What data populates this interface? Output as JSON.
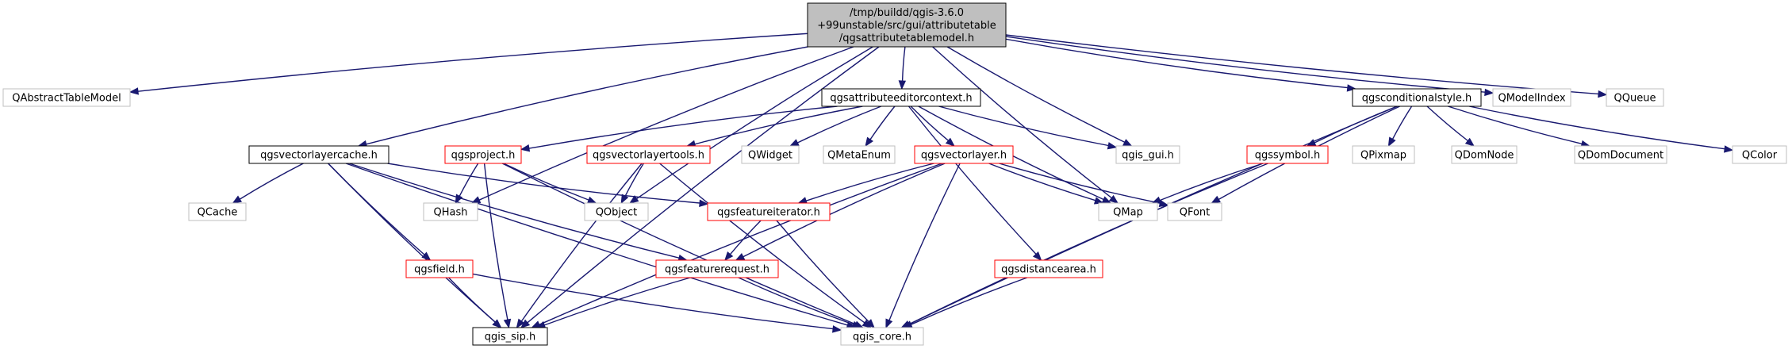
{
  "diagram": {
    "colors": {
      "edge": "#191970",
      "root_fill": "#bfbfbf",
      "root_border": "#000000",
      "documented_border": "#000000",
      "documented_incomplete_border": "#ff0000",
      "external_border": "#bfbfbf",
      "external_text": "#404040"
    },
    "nodes": [
      {
        "id": "root",
        "kind": "root",
        "lines": [
          "/tmp/buildd/qgis-3.6.0",
          "+99unstable/src/gui/attributetable",
          "/qgsattributetablemodel.h"
        ]
      },
      {
        "id": "qabstracttablemodel",
        "kind": "external",
        "lines": [
          "QAbstractTableModel"
        ]
      },
      {
        "id": "qgsattributeeditorcontext",
        "kind": "documented",
        "lines": [
          "qgsattributeeditorcontext.h"
        ]
      },
      {
        "id": "qgsconditionalstyle",
        "kind": "documented",
        "lines": [
          "qgsconditionalstyle.h"
        ]
      },
      {
        "id": "qmodelindex",
        "kind": "external",
        "lines": [
          "QModelIndex"
        ]
      },
      {
        "id": "qqueue",
        "kind": "external",
        "lines": [
          "QQueue"
        ]
      },
      {
        "id": "qgsvectorlayercache",
        "kind": "documented",
        "lines": [
          "qgsvectorlayercache.h"
        ]
      },
      {
        "id": "qgsproject",
        "kind": "incomplete",
        "lines": [
          "qgsproject.h"
        ]
      },
      {
        "id": "qgsvectorlayertools",
        "kind": "incomplete",
        "lines": [
          "qgsvectorlayertools.h"
        ]
      },
      {
        "id": "qwidget",
        "kind": "external",
        "lines": [
          "QWidget"
        ]
      },
      {
        "id": "qmetaenum",
        "kind": "external",
        "lines": [
          "QMetaEnum"
        ]
      },
      {
        "id": "qgsvectorlayer",
        "kind": "incomplete",
        "lines": [
          "qgsvectorlayer.h"
        ]
      },
      {
        "id": "qgis_gui",
        "kind": "external",
        "lines": [
          "qgis_gui.h"
        ]
      },
      {
        "id": "qgssymbol",
        "kind": "incomplete",
        "lines": [
          "qgssymbol.h"
        ]
      },
      {
        "id": "qpixmap",
        "kind": "external",
        "lines": [
          "QPixmap"
        ]
      },
      {
        "id": "qdomnode",
        "kind": "external",
        "lines": [
          "QDomNode"
        ]
      },
      {
        "id": "qdomdocument",
        "kind": "external",
        "lines": [
          "QDomDocument"
        ]
      },
      {
        "id": "qcolor",
        "kind": "external",
        "lines": [
          "QColor"
        ]
      },
      {
        "id": "qcache",
        "kind": "external",
        "lines": [
          "QCache"
        ]
      },
      {
        "id": "qhash",
        "kind": "external",
        "lines": [
          "QHash"
        ]
      },
      {
        "id": "qobject",
        "kind": "external",
        "lines": [
          "QObject"
        ]
      },
      {
        "id": "qgsfeatureiterator",
        "kind": "incomplete",
        "lines": [
          "qgsfeatureiterator.h"
        ]
      },
      {
        "id": "qmap",
        "kind": "external",
        "lines": [
          "QMap"
        ]
      },
      {
        "id": "qfont",
        "kind": "external",
        "lines": [
          "QFont"
        ]
      },
      {
        "id": "qgsfield",
        "kind": "incomplete",
        "lines": [
          "qgsfield.h"
        ]
      },
      {
        "id": "qgsfeaturerequest",
        "kind": "incomplete",
        "lines": [
          "qgsfeaturerequest.h"
        ]
      },
      {
        "id": "qgsdistancearea",
        "kind": "incomplete",
        "lines": [
          "qgsdistancearea.h"
        ]
      },
      {
        "id": "qgis_sip",
        "kind": "documented",
        "lines": [
          "qgis_sip.h"
        ]
      },
      {
        "id": "qgis_core",
        "kind": "external",
        "lines": [
          "qgis_core.h"
        ]
      }
    ],
    "edges": [
      [
        "root",
        "qabstracttablemodel"
      ],
      [
        "root",
        "qgsattributeeditorcontext"
      ],
      [
        "root",
        "qgsconditionalstyle"
      ],
      [
        "root",
        "qmodelindex"
      ],
      [
        "root",
        "qqueue"
      ],
      [
        "root",
        "qgsvectorlayercache"
      ],
      [
        "root",
        "qhash"
      ],
      [
        "root",
        "qobject"
      ],
      [
        "root",
        "qgis_gui"
      ],
      [
        "root",
        "qmap"
      ],
      [
        "root",
        "qgis_sip"
      ],
      [
        "qgsattributeeditorcontext",
        "qgsproject"
      ],
      [
        "qgsattributeeditorcontext",
        "qgsvectorlayertools"
      ],
      [
        "qgsattributeeditorcontext",
        "qwidget"
      ],
      [
        "qgsattributeeditorcontext",
        "qmetaenum"
      ],
      [
        "qgsattributeeditorcontext",
        "qgsvectorlayer"
      ],
      [
        "qgsattributeeditorcontext",
        "qgis_gui"
      ],
      [
        "qgsattributeeditorcontext",
        "qmap"
      ],
      [
        "qgsattributeeditorcontext",
        "qgsdistancearea"
      ],
      [
        "qgsconditionalstyle",
        "qgssymbol"
      ],
      [
        "qgsconditionalstyle",
        "qpixmap"
      ],
      [
        "qgsconditionalstyle",
        "qdomnode"
      ],
      [
        "qgsconditionalstyle",
        "qdomdocument"
      ],
      [
        "qgsconditionalstyle",
        "qcolor"
      ],
      [
        "qgsconditionalstyle",
        "qfont"
      ],
      [
        "qgsconditionalstyle",
        "qgis_core"
      ],
      [
        "qgsvectorlayercache",
        "qcache"
      ],
      [
        "qgsvectorlayercache",
        "qgsfeatureiterator"
      ],
      [
        "qgsvectorlayercache",
        "qgsfield"
      ],
      [
        "qgsvectorlayercache",
        "qgsfeaturerequest"
      ],
      [
        "qgsvectorlayercache",
        "qgis_sip"
      ],
      [
        "qgsvectorlayercache",
        "qgis_core"
      ],
      [
        "qgsproject",
        "qhash"
      ],
      [
        "qgsproject",
        "qobject"
      ],
      [
        "qgsproject",
        "qgis_sip"
      ],
      [
        "qgsproject",
        "qgis_core"
      ],
      [
        "qgsvectorlayertools",
        "qobject"
      ],
      [
        "qgsvectorlayertools",
        "qgis_sip"
      ],
      [
        "qgsvectorlayertools",
        "qgis_core"
      ],
      [
        "qgsvectorlayer",
        "qgsfeatureiterator"
      ],
      [
        "qgsvectorlayer",
        "qgsfeaturerequest"
      ],
      [
        "qgsvectorlayer",
        "qmap"
      ],
      [
        "qgsvectorlayer",
        "qfont"
      ],
      [
        "qgsvectorlayer",
        "qgis_sip"
      ],
      [
        "qgsvectorlayer",
        "qgis_core"
      ],
      [
        "qgssymbol",
        "qmap"
      ],
      [
        "qgssymbol",
        "qgis_core"
      ],
      [
        "qgsfeatureiterator",
        "qgsfeaturerequest"
      ],
      [
        "qgsfeatureiterator",
        "qgis_core"
      ],
      [
        "qgsfield",
        "qgis_sip"
      ],
      [
        "qgsfield",
        "qgis_core"
      ],
      [
        "qgsfeaturerequest",
        "qgis_sip"
      ],
      [
        "qgsfeaturerequest",
        "qgis_core"
      ],
      [
        "qgsdistancearea",
        "qgis_core"
      ]
    ]
  }
}
